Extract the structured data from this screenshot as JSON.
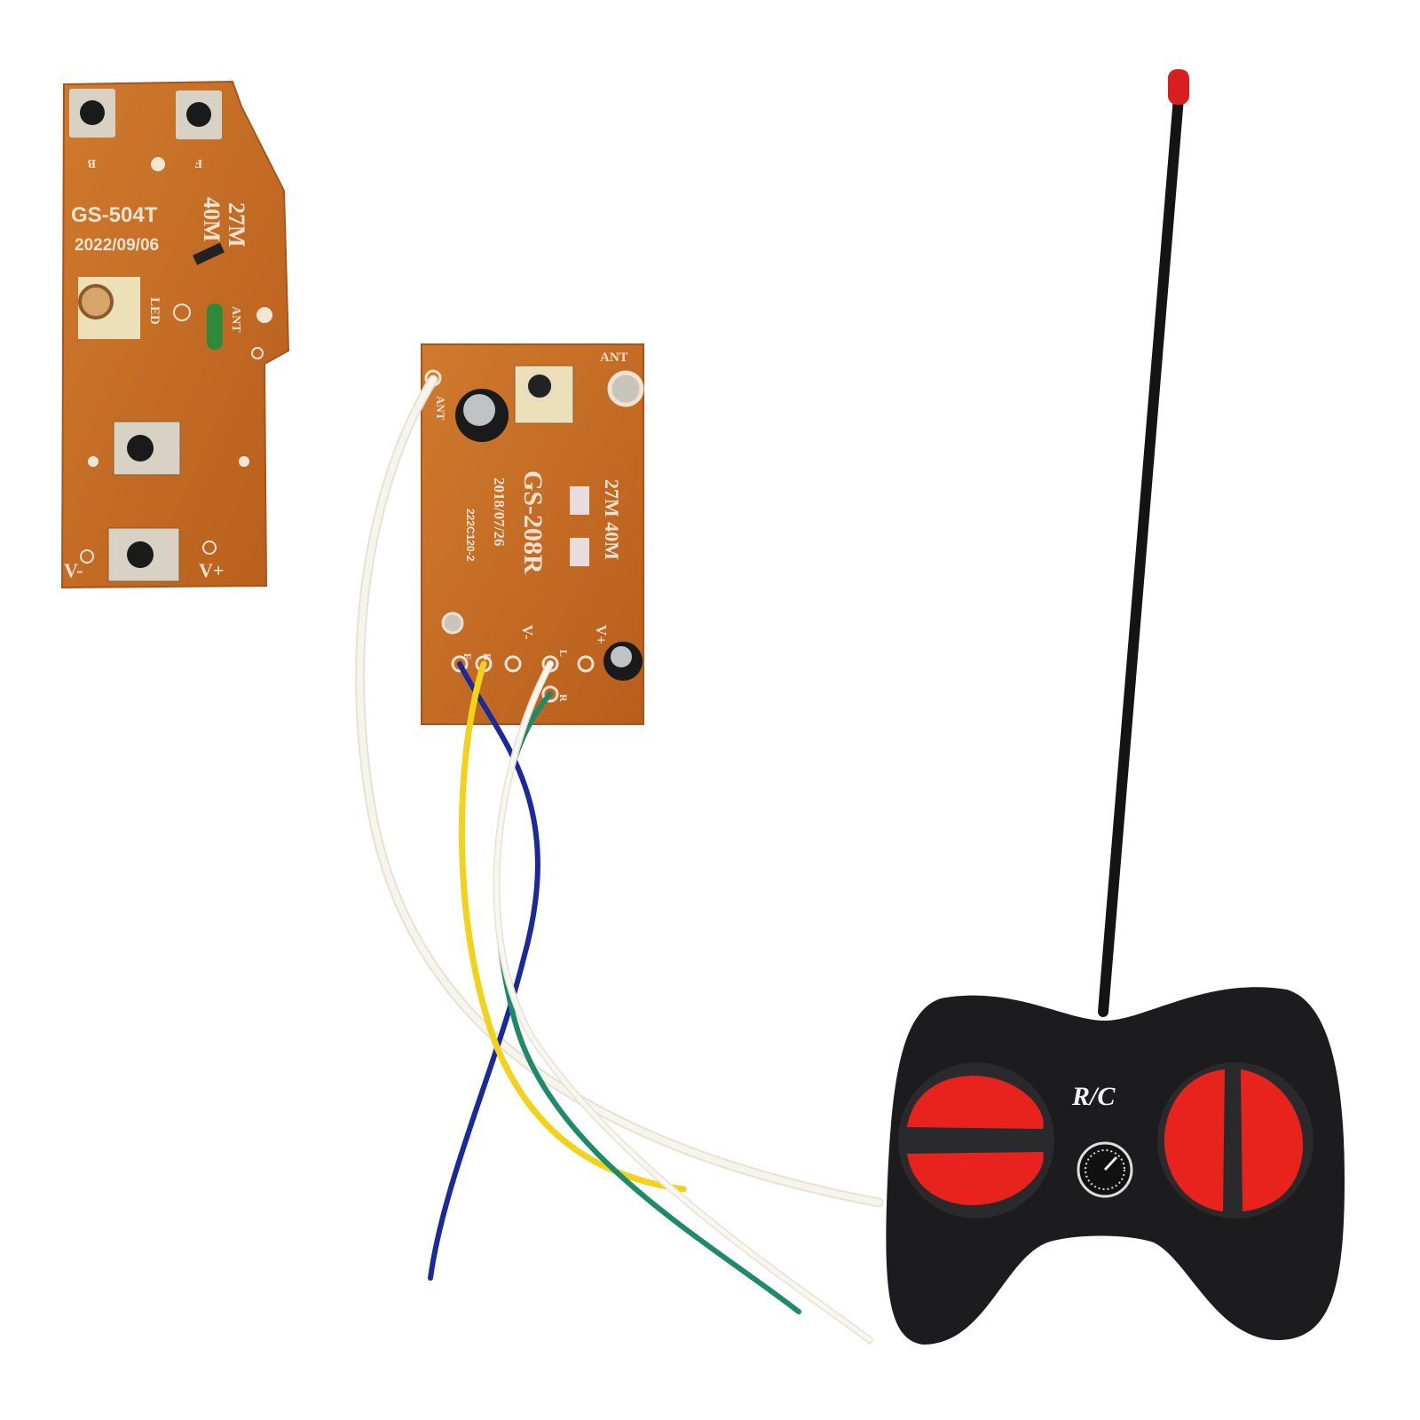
{
  "transmitter_board": {
    "model": "GS-504T",
    "date": "2022/09/06",
    "freq_1": "27M",
    "freq_2": "40M",
    "button_b": "B",
    "button_f": "F",
    "led": "LED",
    "ant": "ANT",
    "v_minus": "V-",
    "v_plus": "V+"
  },
  "receiver_board": {
    "model": "GS-208R",
    "date": "2018/07/26",
    "code": "222C120-2",
    "freq": "27M 40M",
    "ant_top": "ANT",
    "ant_side": "ANT",
    "pin_f": "F",
    "pin_b": "B",
    "pin_v_minus": "V-",
    "pin_l": "L",
    "pin_v_plus": "V+",
    "pin_r": "R"
  },
  "controller": {
    "label": "R/C"
  },
  "colors": {
    "pcb": "#c46a22",
    "wire_blue": "#1a2a9a",
    "wire_yellow": "#f2d21a",
    "wire_green": "#1e8a6a",
    "wire_white": "#f4f2ea",
    "controller_body": "#1c1c1e",
    "controller_buttons": "#e8231e"
  }
}
